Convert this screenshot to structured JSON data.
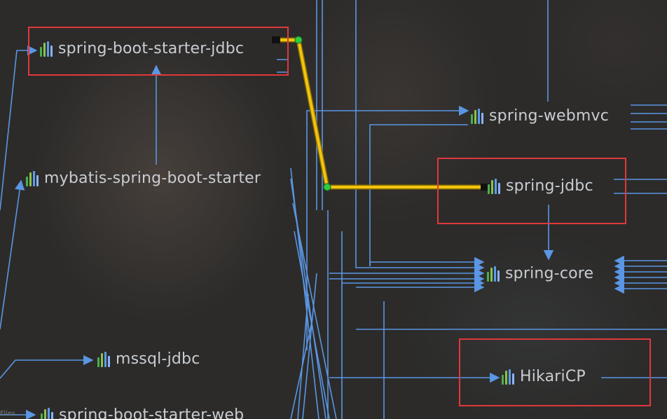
{
  "nodes": {
    "spring_boot_starter_jdbc": "spring-boot-starter-jdbc",
    "mybatis_spring_boot_starter": "mybatis-spring-boot-starter",
    "mssql_jdbc": "mssql-jdbc",
    "spring_boot_starter_web": "spring-boot-starter-web",
    "spring_webmvc": "spring-webmvc",
    "spring_jdbc": "spring-jdbc",
    "spring_core": "spring-core",
    "hikaricp": "HikariCP"
  },
  "footer": {
    "files_label": "Files"
  },
  "colors": {
    "edge": "#5a96e3",
    "highlight_path": "#f1c40f",
    "highlight_box": "#e0383b",
    "endpoint_dot": "#2ecc40",
    "node_text": "#c9ccd1",
    "icon_bars": [
      "#4caf50",
      "#8bc34a",
      "#5d9cec",
      "#8ab4f8"
    ]
  },
  "icons": {
    "library": "library-bars-icon"
  }
}
